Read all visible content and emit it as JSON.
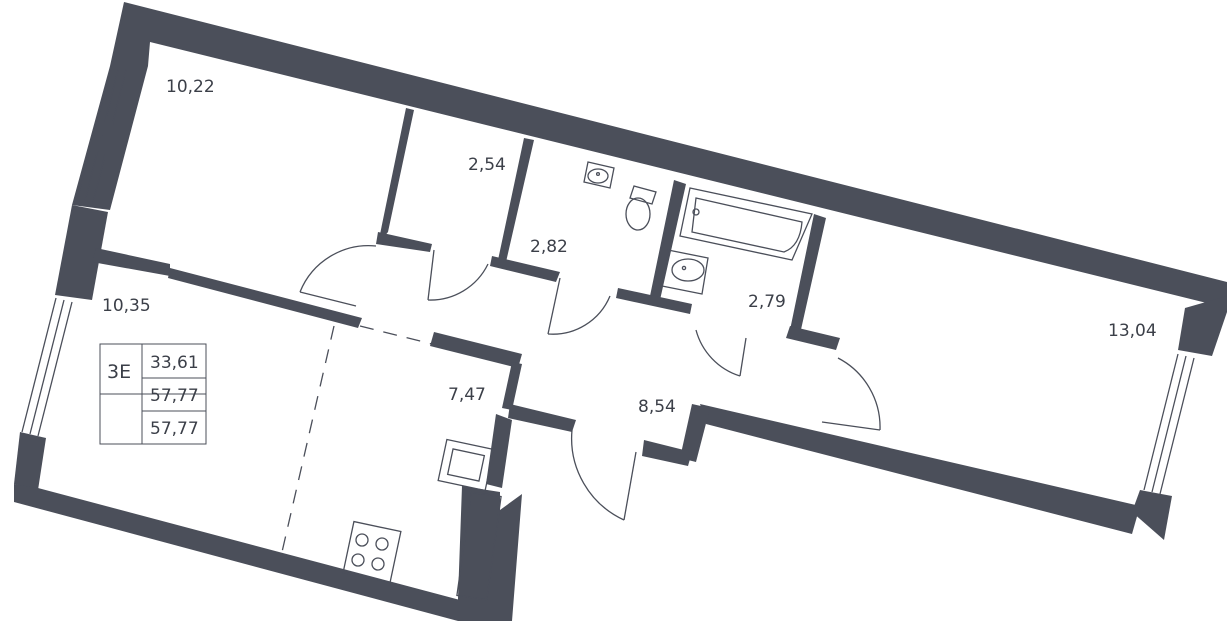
{
  "rooms": {
    "bedroom_top_left": "10,22",
    "closet": "2,54",
    "bathroom": "2,82",
    "wc": "2,79",
    "living_room": "10,35",
    "kitchen": "7,47",
    "hallway": "8,54",
    "bedroom_right": "13,04"
  },
  "info": {
    "code": "3E",
    "living_area": "33,61",
    "total_area": "57,77",
    "total_area_2": "57,77"
  },
  "colors": {
    "wall": "#4b4f5a",
    "text": "#3b3f48",
    "background": "#ffffff"
  }
}
